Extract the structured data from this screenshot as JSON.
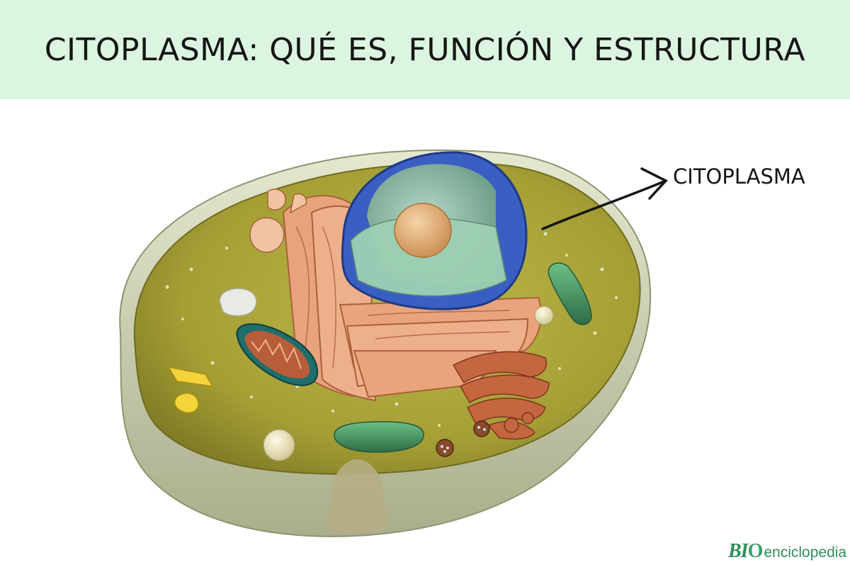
{
  "header": {
    "title": "CITOPLASMA: QUÉ ES, FUNCIÓN Y ESTRUCTURA"
  },
  "diagram": {
    "labels": [
      "CITOPLASMA"
    ],
    "colors": {
      "cytoplasm": "#a7a137",
      "membrane_wall": "#d2d6b8",
      "nucleus_envelope": "#3656b8",
      "nucleoplasm": "#8fbfa3",
      "nucleolus": "#e8b77e",
      "reticulum": "#e6a07a",
      "mitochondria": "#b0553a",
      "chloroplast_green": "#3f8a58"
    }
  },
  "branding": {
    "mark": "BI",
    "o": "O",
    "word": "enciclopedia"
  }
}
